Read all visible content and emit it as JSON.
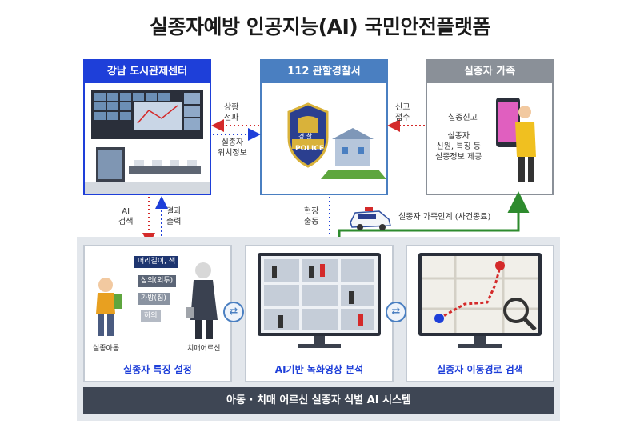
{
  "title": "실종자예방 인공지능(AI) 국민안전플랫폼",
  "boxes": {
    "gangnam": "강남 도시관제센터",
    "police": "112 관할경찰서",
    "family": "실종자 가족"
  },
  "labels": {
    "situation": "상황\n전파",
    "missing_location": "실종자\n위치정보",
    "report_receive": "신고\n접수",
    "missing_report": "실종신고",
    "missing_info": "실종자\n신원, 특징 등\n실종정보 제공",
    "ai_search": "AI\n검색",
    "result_output": "결과\n출력",
    "field_dispatch": "현장\n출동",
    "family_handover": "실종자 가족인계 (사건종료)",
    "police_badge": "POLICE",
    "police_char": "경 찰"
  },
  "features": {
    "hair": "머리길이, 색",
    "top": "상의(외투)",
    "bag": "가방(짐)",
    "bottom": "하의",
    "child": "실종아동",
    "elder": "치매어르신"
  },
  "panels": {
    "p1": "실종자 특징 설정",
    "p2": "AI기반 녹화영상 분석",
    "p3": "실종자 이동경로 검색"
  },
  "footer": "아동 · 치매 어르신 실종자 식별 AI 시스템",
  "colors": {
    "blue": "#1e3fd9",
    "police_blue": "#4a7fc1",
    "gray": "#8a9098",
    "red": "#d42a2a",
    "green": "#2e8b2e"
  }
}
